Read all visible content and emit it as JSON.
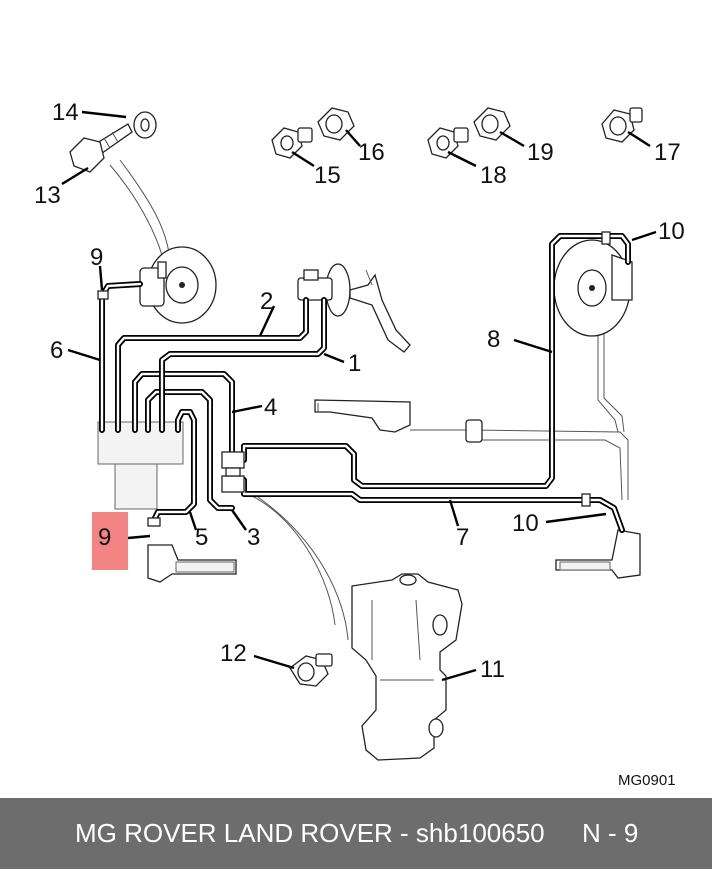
{
  "diagram": {
    "callouts": [
      "1",
      "2",
      "3",
      "4",
      "5",
      "6",
      "7",
      "8",
      "9",
      "9",
      "10",
      "10",
      "11",
      "12",
      "13",
      "14",
      "15",
      "16",
      "17",
      "18",
      "19"
    ],
    "drawing_code": "MG0901"
  },
  "footer": {
    "brand_part": "MG ROVER LAND ROVER - shb100650",
    "ref": "N - 9"
  },
  "highlight": {
    "color": "#f06e6e",
    "target": "9"
  }
}
